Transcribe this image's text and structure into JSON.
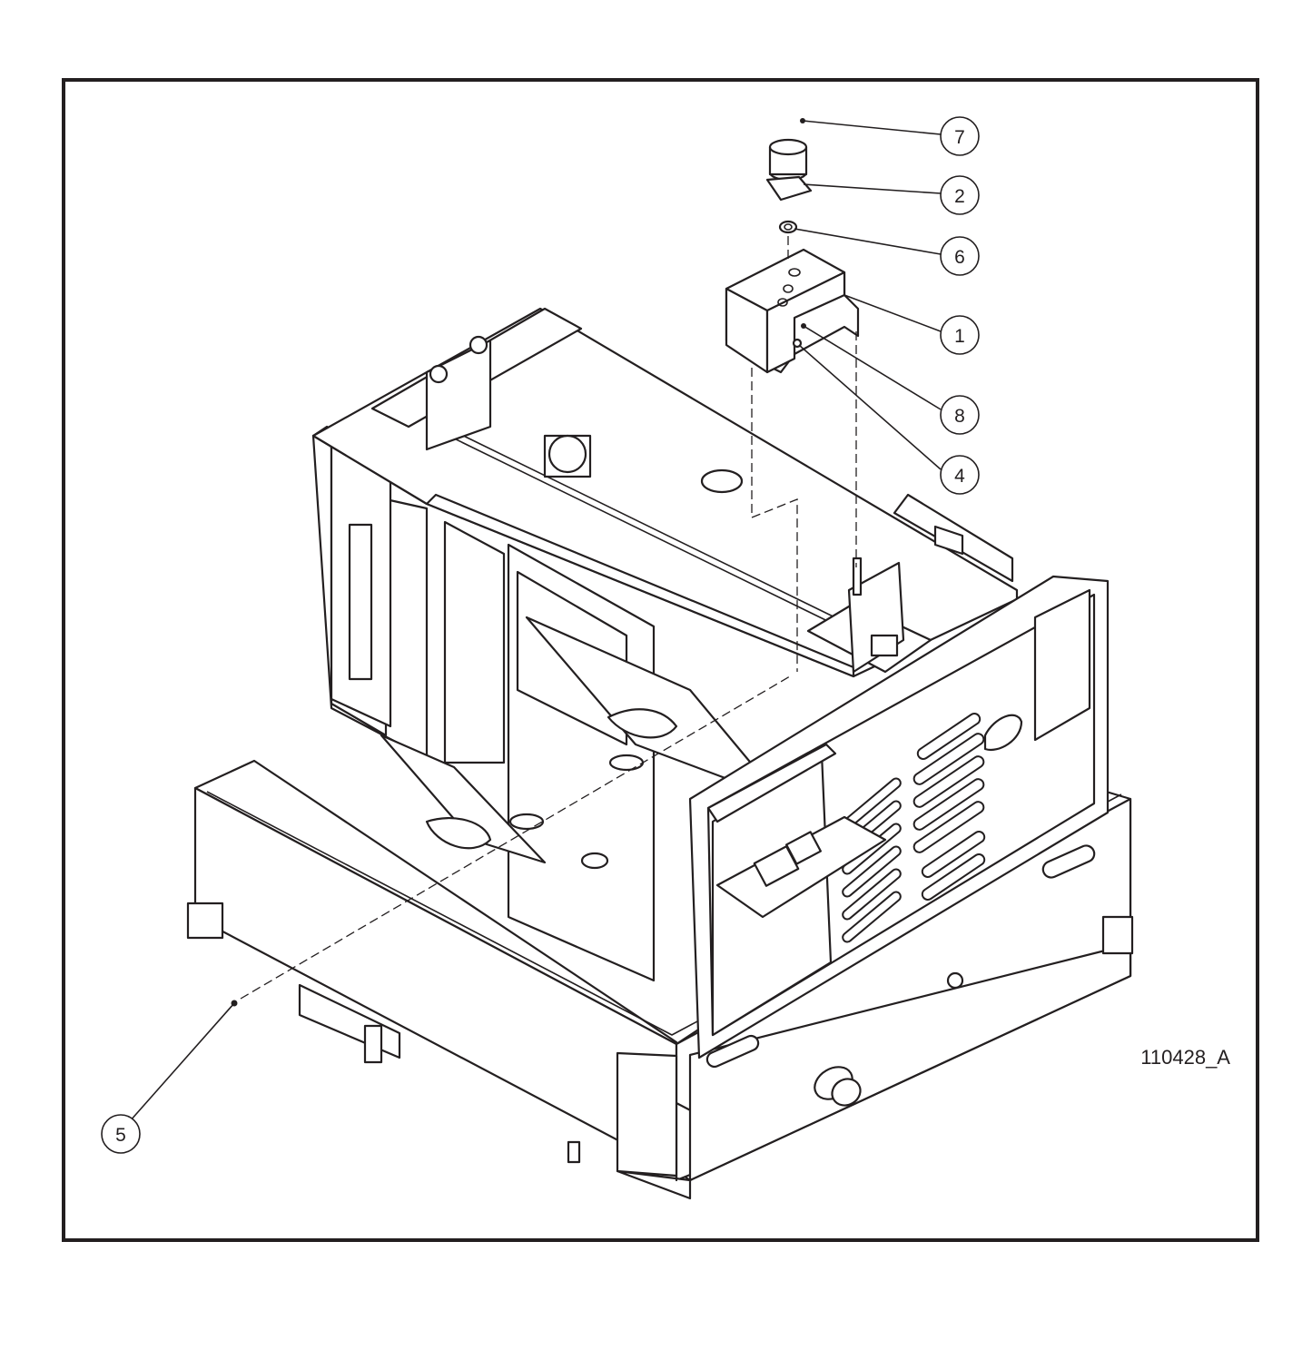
{
  "drawing_number": "110428_A",
  "callouts": [
    {
      "id": "callout-7",
      "label": "7"
    },
    {
      "id": "callout-2",
      "label": "2"
    },
    {
      "id": "callout-6",
      "label": "6"
    },
    {
      "id": "callout-1",
      "label": "1"
    },
    {
      "id": "callout-8",
      "label": "8"
    },
    {
      "id": "callout-4",
      "label": "4"
    },
    {
      "id": "callout-5",
      "label": "5"
    }
  ],
  "colors": {
    "line": "#231f20",
    "background": "#ffffff"
  }
}
